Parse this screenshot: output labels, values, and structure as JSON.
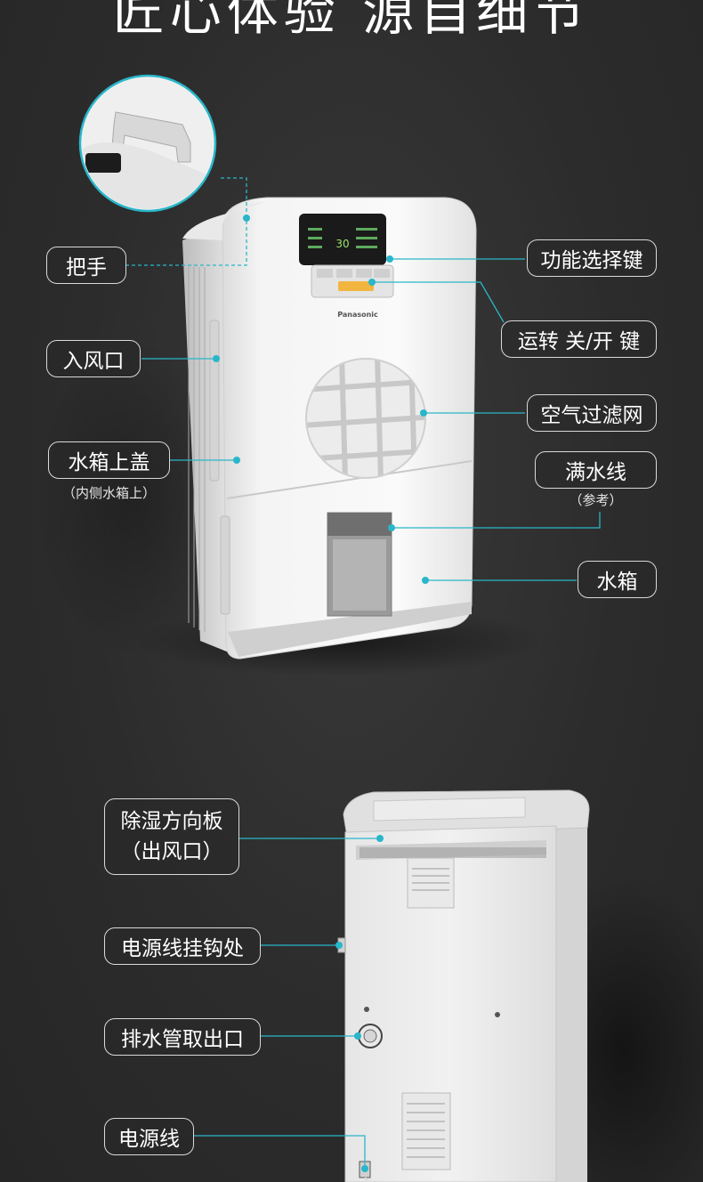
{
  "header": {
    "title": "匠心体验 源自细节"
  },
  "front_labels": {
    "handle": "把手",
    "air_inlet": "入风口",
    "tank_cover": "水箱上盖",
    "tank_cover_note": "（内侧水箱上）",
    "function_key": "功能选择键",
    "run_key": "运转 关/开 键",
    "air_filter": "空气过滤网",
    "water_line": "满水线",
    "water_line_note": "（参考）",
    "water_tank": "水箱"
  },
  "back_labels": {
    "louver_line1": "除湿方向板",
    "louver_line2": "（出风口）",
    "cord_hook": "电源线挂钩处",
    "drain_outlet": "排水管取出口",
    "power_cord": "电源线"
  },
  "product": {
    "brand": "Panasonic",
    "display_value": "30"
  },
  "colors": {
    "accent": "#29b6c9",
    "background": "#2b2b2b",
    "label_border": "#d9d9d9"
  }
}
